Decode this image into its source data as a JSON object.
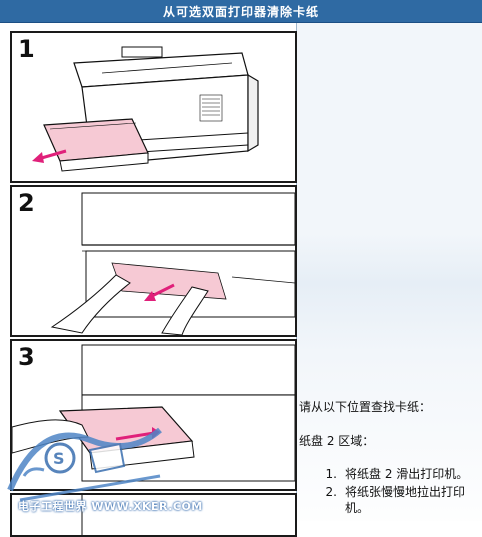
{
  "title": "从可选双面打印器清除卡纸",
  "panels": [
    {
      "number": "1"
    },
    {
      "number": "2"
    },
    {
      "number": "3"
    }
  ],
  "instructions": {
    "intro": "请从以下位置查找卡纸：",
    "area": "纸盘 2 区域：",
    "steps": [
      {
        "num": "1.",
        "text": "将纸盘 2 滑出打印机。"
      },
      {
        "num": "2.",
        "text": "将纸张慢慢地拉出打印机。"
      }
    ]
  },
  "watermark": {
    "text": "电子工程世界 WWW.XKER.COM"
  },
  "colors": {
    "title_bg": "#2f6aa3",
    "paper_pink": "#f6c9d4",
    "arrow_magenta": "#e0207a"
  }
}
